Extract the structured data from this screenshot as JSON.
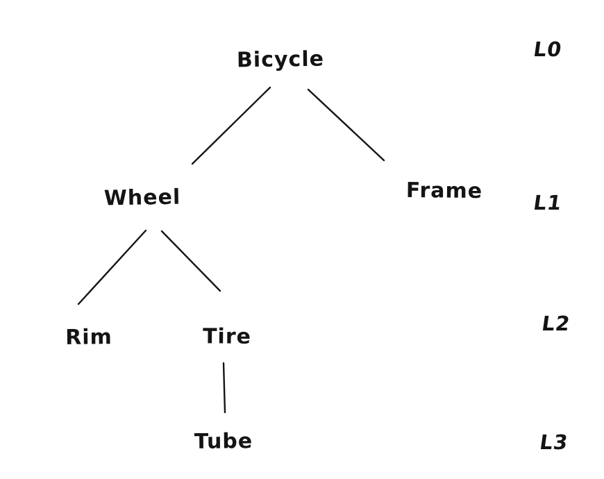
{
  "diagram": {
    "type": "tree",
    "style": "hand-drawn",
    "nodes": [
      {
        "id": "bicycle",
        "label": "Bicycle",
        "level": "L0"
      },
      {
        "id": "wheel",
        "label": "Wheel",
        "level": "L1"
      },
      {
        "id": "frame",
        "label": "Frame",
        "level": "L1"
      },
      {
        "id": "rim",
        "label": "Rim",
        "level": "L2"
      },
      {
        "id": "tire",
        "label": "Tire",
        "level": "L2"
      },
      {
        "id": "tube",
        "label": "Tube",
        "level": "L3"
      }
    ],
    "edges": [
      {
        "from": "Bicycle",
        "to": "Wheel"
      },
      {
        "from": "Bicycle",
        "to": "Frame"
      },
      {
        "from": "Wheel",
        "to": "Rim"
      },
      {
        "from": "Wheel",
        "to": "Tire"
      },
      {
        "from": "Tire",
        "to": "Tube"
      }
    ],
    "level_labels": [
      "L0",
      "L1",
      "L2",
      "L3"
    ],
    "colors": {
      "ink": "#141414",
      "background": "#ffffff"
    }
  }
}
